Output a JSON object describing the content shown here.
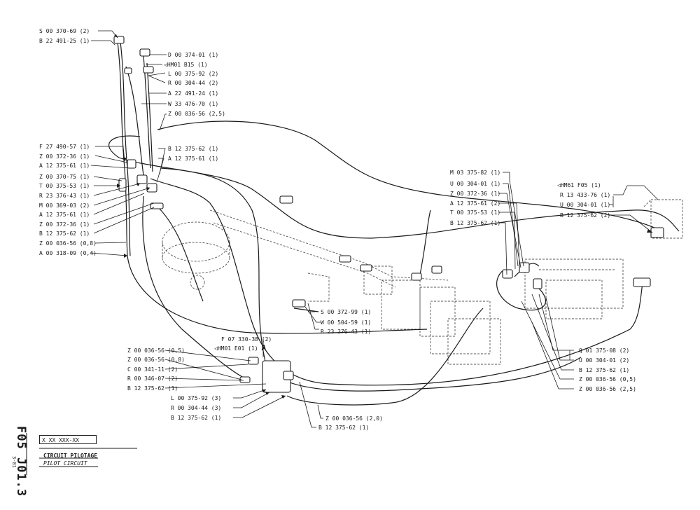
{
  "drawing": {
    "code": "F05  J01.3",
    "reference": "X XX XXX-XX",
    "revision": "3-81",
    "title": "CIRCUIT PILOTAGE",
    "subtitle": "PILOT CIRCUIT"
  },
  "labels": {
    "s00370_69": "S 00 370-69 (2)",
    "b22491_25": "B 22 491-25 (1)",
    "d00374_01": "D 00 374-01 (1)",
    "hm01b15": "◁HM01 B15  (1)",
    "l00375_92_top": "L 00 375-92 (2)",
    "r00304_44_top": "R 00 304-44 (2)",
    "a22491_24": "A 22 491-24 (1)",
    "w33476_70": "W 33 476-70 (1)",
    "z00036_56_top": "Z 00 036-56 (2,5)",
    "f27490_57": "F 27 490-57 (1)",
    "z00372_36_a": "Z 00 372-36 (1)",
    "a12375_61_a": "A 12 375-61 (1)",
    "z00370_75": "Z 00 370-75 (1)",
    "t00375_53_a": "T 00 375-53 (1)",
    "r23376_43_a": "R 23 376-43 (1)",
    "m00369_03": "M 00 369-03 (2)",
    "a12375_61_b": "A 12 375-61 (1)",
    "z00372_36_b": "Z 00 372-36 (1)",
    "b12375_62_left": "B 12 375-62 (1)",
    "z00036_56_08_left": "Z 00 036-56 (0,8)",
    "a00318_09": "A 00 318-09 (0,4)",
    "b12375_62_mid": "B 12 375-62 (1)",
    "a12375_61_mid": "A 12 375-61 (1)",
    "m03375_82": "M 03 375-82 (1)",
    "u00304_01_a": "U 00 304-01 (1)",
    "z00372_36_c": "Z 00 372-36 (1)",
    "a12375_61_c": "A 12 375-61 (2)",
    "t00375_53_b": "T 00 375-53 (1)",
    "b12375_62_c": "B 12 375-62 (1)",
    "hm61f05": "◁HM61 F05  (1)",
    "r13433_76": "R 13 433-76 (1)",
    "u00304_01_b": "U 00 304-01 (1)",
    "b12375_62_d": "B 12 375-62 (2)",
    "s00372_99": "S 00 372-99 (1)",
    "w00504_59": "W 00 504-59 (1)",
    "r23376_43_b": "R 23 376-43 (1)",
    "f07330_38": "F 07 330-38 (2)",
    "hm01e01": "◁HM01 E01 (1)",
    "a_mark": "A",
    "z00036_56_05_l": "Z 00 036-56 (0,5)",
    "z00036_56_08_l2": "Z 00 036-56 (0,8)",
    "c00341_11": "C 00 341-11 (2)",
    "r00346_07": "R 00 346-07 (2)",
    "b12375_62_e": "B 12 375-62 (1)",
    "l00375_92_b": "L 00 375-92 (3)",
    "r00304_44_b": "R 00 304-44 (3)",
    "b12375_62_f": "B 12 375-62 (1)",
    "z00036_56_20": "Z 00 036-56 (2,0)",
    "b12375_62_g": "B 12 375-62 (1)",
    "q01375_08": "Q 01 375-08 (2)",
    "u00304_01_c": "U 00 304-01 (2)",
    "b12375_62_h": "B 12 375-62 (1)",
    "z00036_56_05_r": "Z 00 036-56 (0,5)",
    "z00036_56_25_r": "Z 00 036-56 (2,5)"
  },
  "colors": {
    "ink": "#1a1a1a",
    "paper": "#ffffff",
    "ghost": "#555555"
  }
}
